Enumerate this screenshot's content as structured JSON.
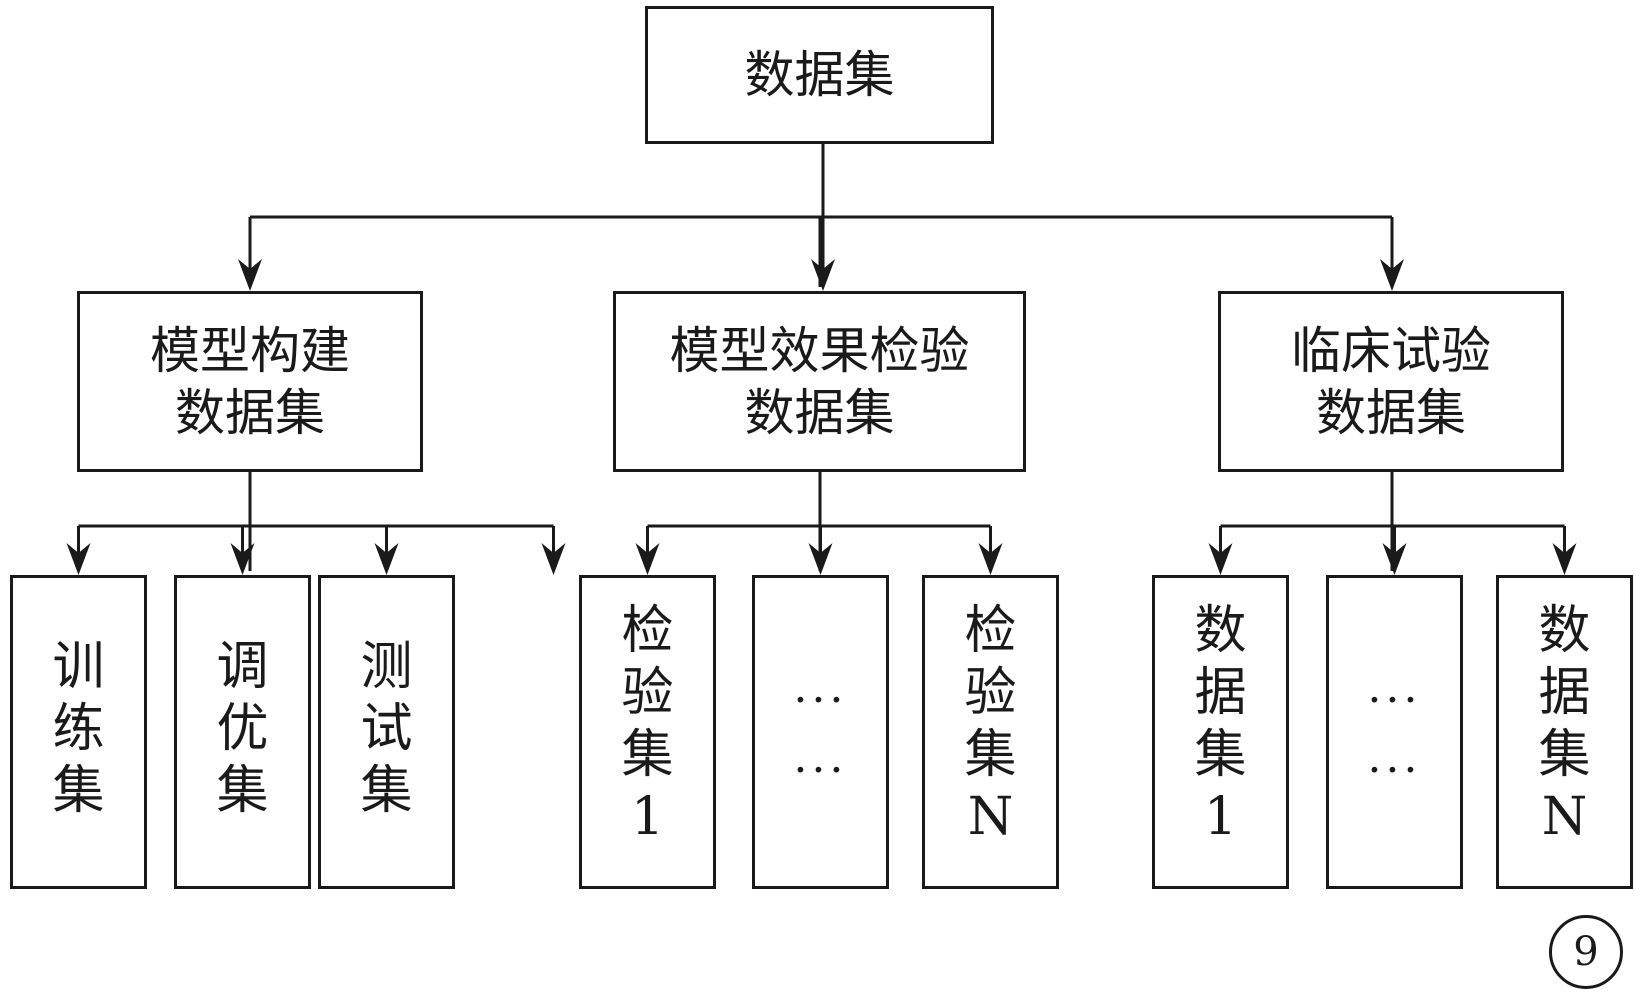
{
  "root": {
    "label": "数据集"
  },
  "groups": [
    {
      "label": "模型构建\n数据集",
      "leaves": [
        {
          "chars": [
            "训",
            "练",
            "集"
          ]
        },
        {
          "chars": [
            "调",
            "优",
            "集"
          ]
        },
        {
          "chars": [
            "测",
            "试",
            "集"
          ]
        }
      ]
    },
    {
      "label": "模型效果检验\n数据集",
      "leaves": [
        {
          "chars": [
            "检",
            "验",
            "集",
            "1"
          ]
        },
        {
          "dots": [
            "···",
            "···"
          ]
        },
        {
          "chars": [
            "检",
            "验",
            "集",
            "N"
          ]
        }
      ]
    },
    {
      "label": "临床试验\n数据集",
      "leaves": [
        {
          "chars": [
            "数",
            "据",
            "集",
            "1"
          ]
        },
        {
          "dots": [
            "···",
            "···"
          ]
        },
        {
          "chars": [
            "数",
            "据",
            "集",
            "N"
          ]
        }
      ]
    }
  ],
  "figure_number": "9"
}
